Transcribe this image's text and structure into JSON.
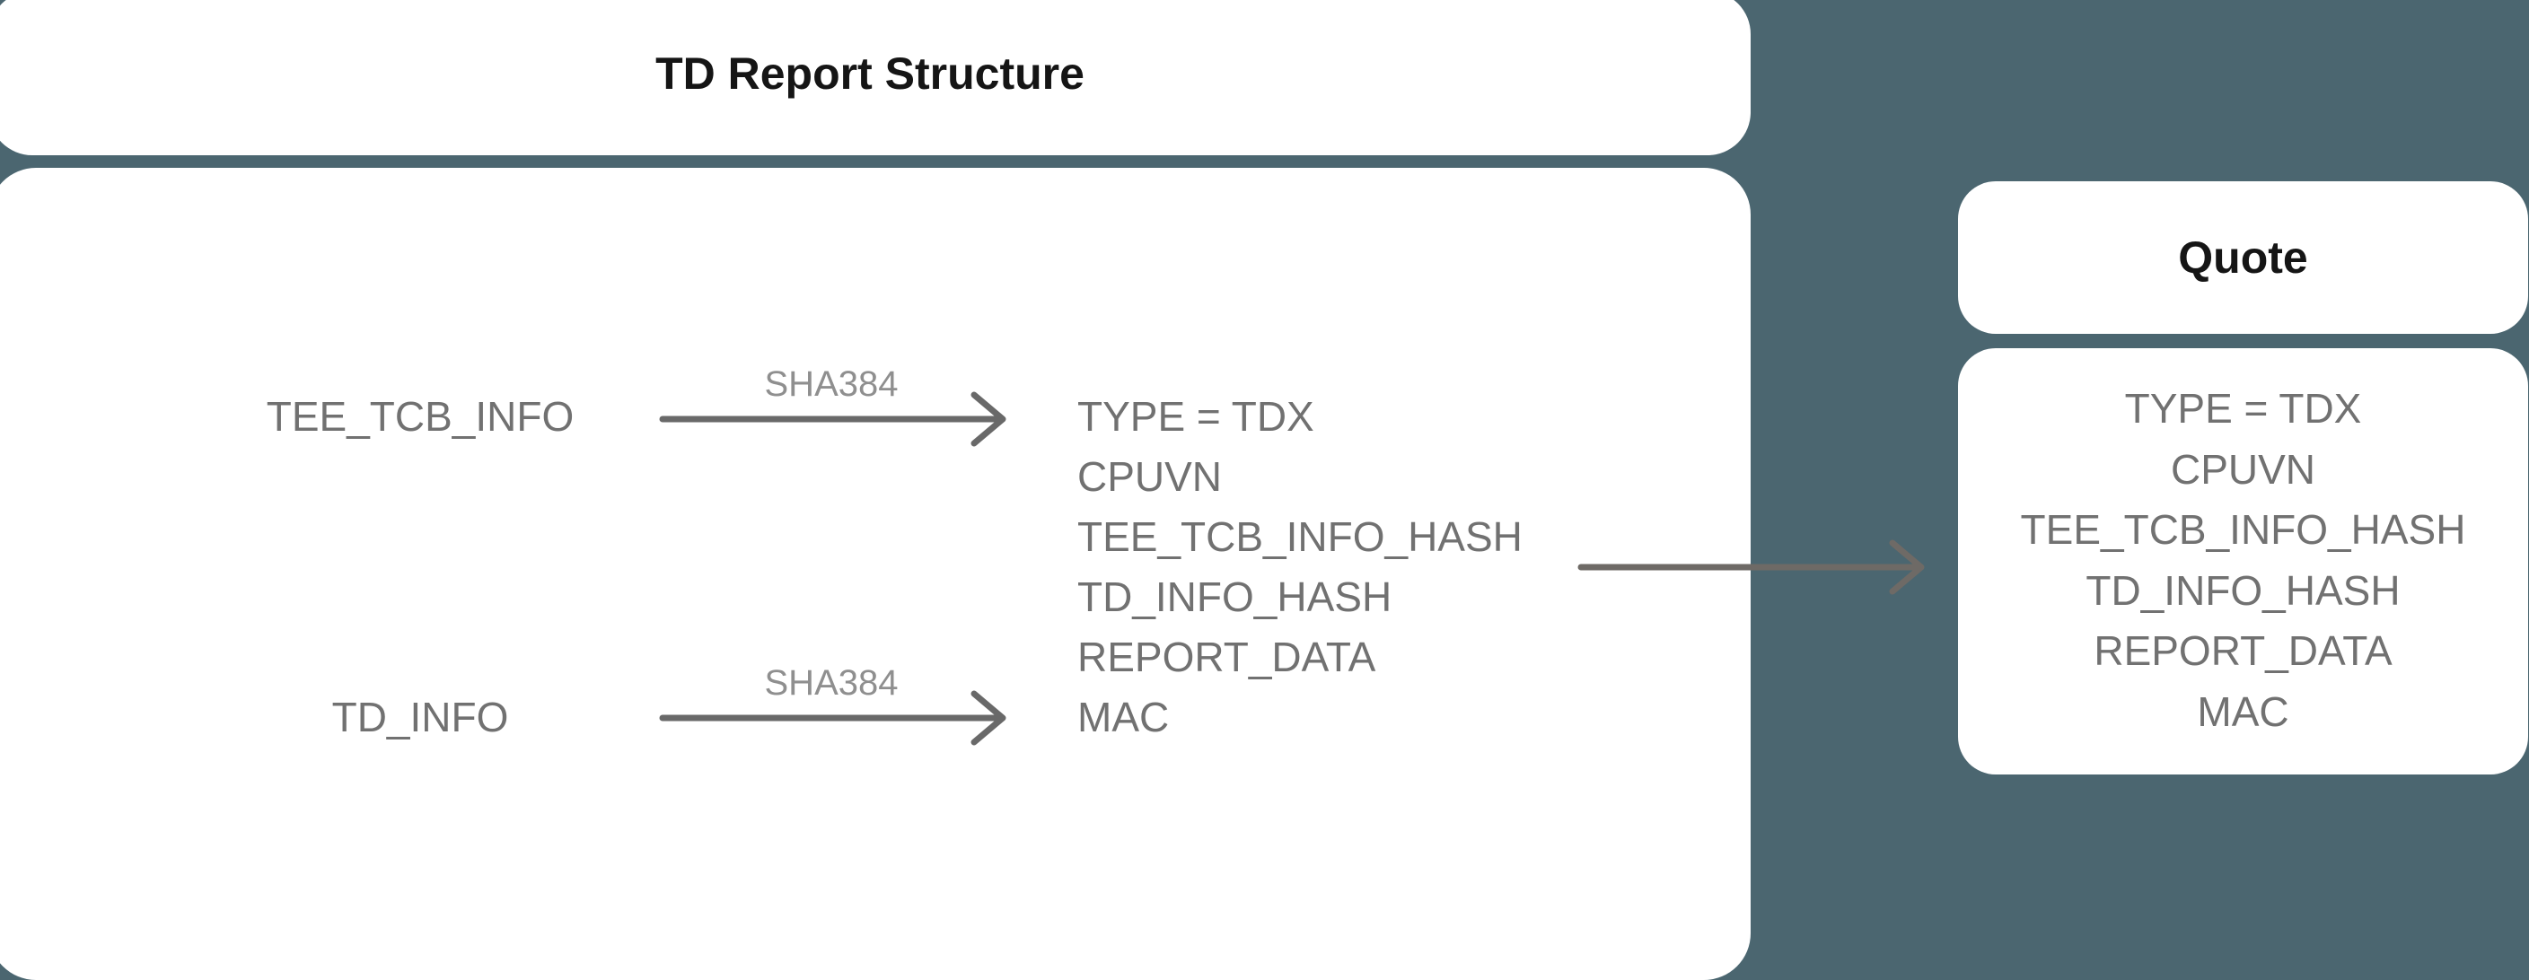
{
  "colors": {
    "background": "#4B6670",
    "panel": "#FFFFFF",
    "heading_text": "#151515",
    "body_text": "#717171",
    "hash_label_text": "#8F8F8F",
    "arrow": "#696969",
    "connector_arrow": "#6E6A66"
  },
  "td_report": {
    "title": "TD Report Structure",
    "sources": [
      {
        "label": "TEE_TCB_INFO",
        "hash_algorithm": "SHA384"
      },
      {
        "label": "TD_INFO",
        "hash_algorithm": "SHA384"
      }
    ],
    "fields": [
      "TYPE = TDX",
      "CPUVN",
      "TEE_TCB_INFO_HASH",
      "TD_INFO_HASH",
      "REPORT_DATA",
      "MAC"
    ]
  },
  "quote": {
    "title": "Quote",
    "fields": [
      "TYPE = TDX",
      "CPUVN",
      "TEE_TCB_INFO_HASH",
      "TD_INFO_HASH",
      "REPORT_DATA",
      "MAC"
    ]
  }
}
